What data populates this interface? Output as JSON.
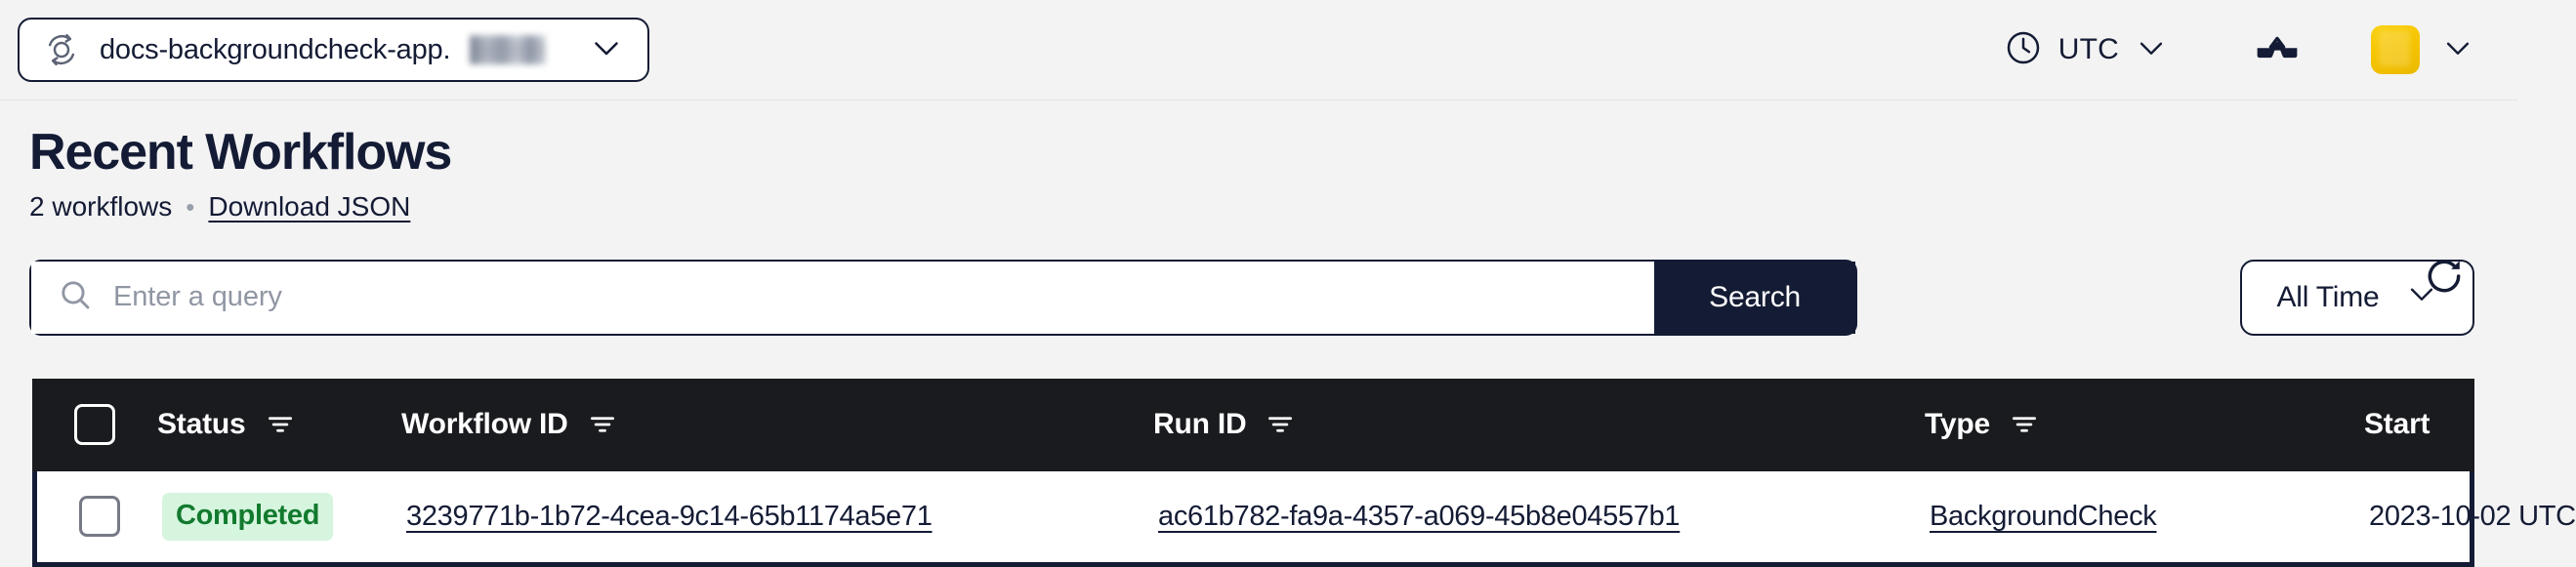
{
  "topbar": {
    "namespace_icon": "temporal-namespace-icon",
    "namespace_label": "docs-backgroundcheck-app.",
    "namespace_redacted": true,
    "namespace_chevron_icon": "chevron-down-icon",
    "timezone_icon": "clock-icon",
    "timezone_label": "UTC",
    "timezone_chevron_icon": "chevron-down-icon",
    "glasses_icon": "glasses-icon",
    "avatar_color": "#f5c400",
    "avatar_chevron_icon": "chevron-down-icon"
  },
  "header": {
    "title": "Recent Workflows",
    "count_label": "2 workflows",
    "separator": "•",
    "download_link": "Download JSON",
    "refresh_icon": "refresh-icon"
  },
  "search": {
    "icon": "search-icon",
    "placeholder": "Enter a query",
    "value": "",
    "submit_label": "Search",
    "time_filter_label": "All Time",
    "time_filter_chevron_icon": "chevron-down-icon"
  },
  "table": {
    "select_all_checked": false,
    "columns": [
      {
        "key": "status",
        "label": "Status",
        "filterable": true
      },
      {
        "key": "workflow_id",
        "label": "Workflow ID",
        "filterable": true
      },
      {
        "key": "run_id",
        "label": "Run ID",
        "filterable": true
      },
      {
        "key": "type",
        "label": "Type",
        "filterable": true
      },
      {
        "key": "start",
        "label": "Start",
        "filterable": false
      }
    ],
    "rows": [
      {
        "selected": false,
        "status": "Completed",
        "status_bg": "#d6f5de",
        "status_fg": "#127a2e",
        "workflow_id": "3239771b-1b72-4cea-9c14-65b1174a5e71",
        "run_id": "ac61b782-fa9a-4357-a069-45b8e04557b1",
        "type": "BackgroundCheck",
        "start": "2023-10-02 UTC"
      }
    ]
  }
}
